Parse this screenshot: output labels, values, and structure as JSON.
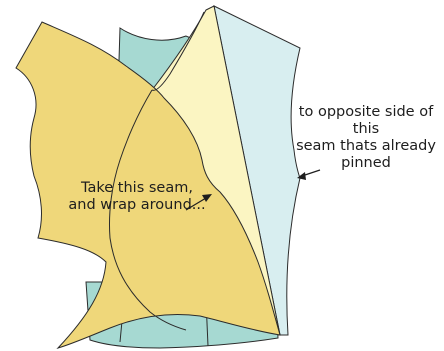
{
  "colors": {
    "teal": "#a6d9d2",
    "yellow": "#efd77a",
    "light_yellow": "#fbf5c2",
    "light_blue": "#d8eef0",
    "outline": "#2b2b2b",
    "text": "#1e1e1e",
    "background": "#ffffff"
  },
  "labels": {
    "left_line1": "Take this seam,",
    "left_line2": "and wrap around...",
    "right_line1": "to opposite side of",
    "right_line2": "this",
    "right_line3": "seam thats already",
    "right_line4": "pinned"
  }
}
